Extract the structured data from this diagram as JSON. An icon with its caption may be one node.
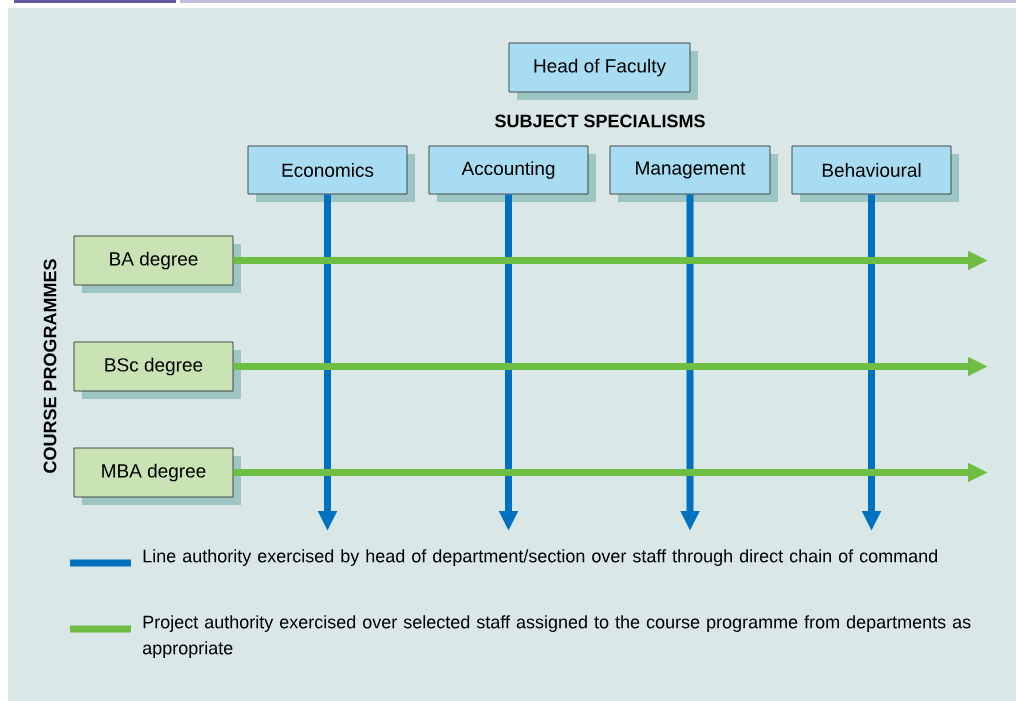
{
  "diagram": {
    "nodes": [
      {
        "text": [
          "Head of Faculty"
        ]
      },
      {
        "text": [
          "Economics"
        ]
      },
      {
        "text": [
          "Accounting"
        ]
      },
      {
        "text": [
          "Management"
        ]
      },
      {
        "text": [
          "Behavioural"
        ]
      },
      {
        "text": [
          "BA degree"
        ]
      },
      {
        "text": [
          "BSc degree"
        ]
      },
      {
        "text": [
          "MBA degree"
        ]
      }
    ],
    "edges": [
      {
        "from": 1,
        "to": null,
        "arrow": "to",
        "color": "#0070c0"
      },
      {
        "from": 2,
        "to": null,
        "arrow": "to",
        "color": "#0070c0"
      },
      {
        "from": 3,
        "to": null,
        "arrow": "to",
        "color": "#0070c0"
      },
      {
        "from": 4,
        "to": null,
        "arrow": "to",
        "color": "#0070c0"
      },
      {
        "from": 5,
        "to": null,
        "arrow": "to",
        "color": "#6fbe44"
      },
      {
        "from": 6,
        "to": null,
        "arrow": "to",
        "color": "#6fbe44"
      },
      {
        "from": 7,
        "to": null,
        "arrow": "to",
        "color": "#6fbe44"
      }
    ],
    "labels": [
      "SUBJECT SPECIALISMS",
      "COURSE PROGRAMMES"
    ],
    "legend": [
      {
        "text": "Line authority exercised by head of department/section over staff through direct chain of command",
        "color": "#0070c0"
      },
      {
        "text": "Project authority exercised over selected staff assigned to the course programme from departments as appropriate",
        "color": "#6fbe44"
      }
    ]
  }
}
